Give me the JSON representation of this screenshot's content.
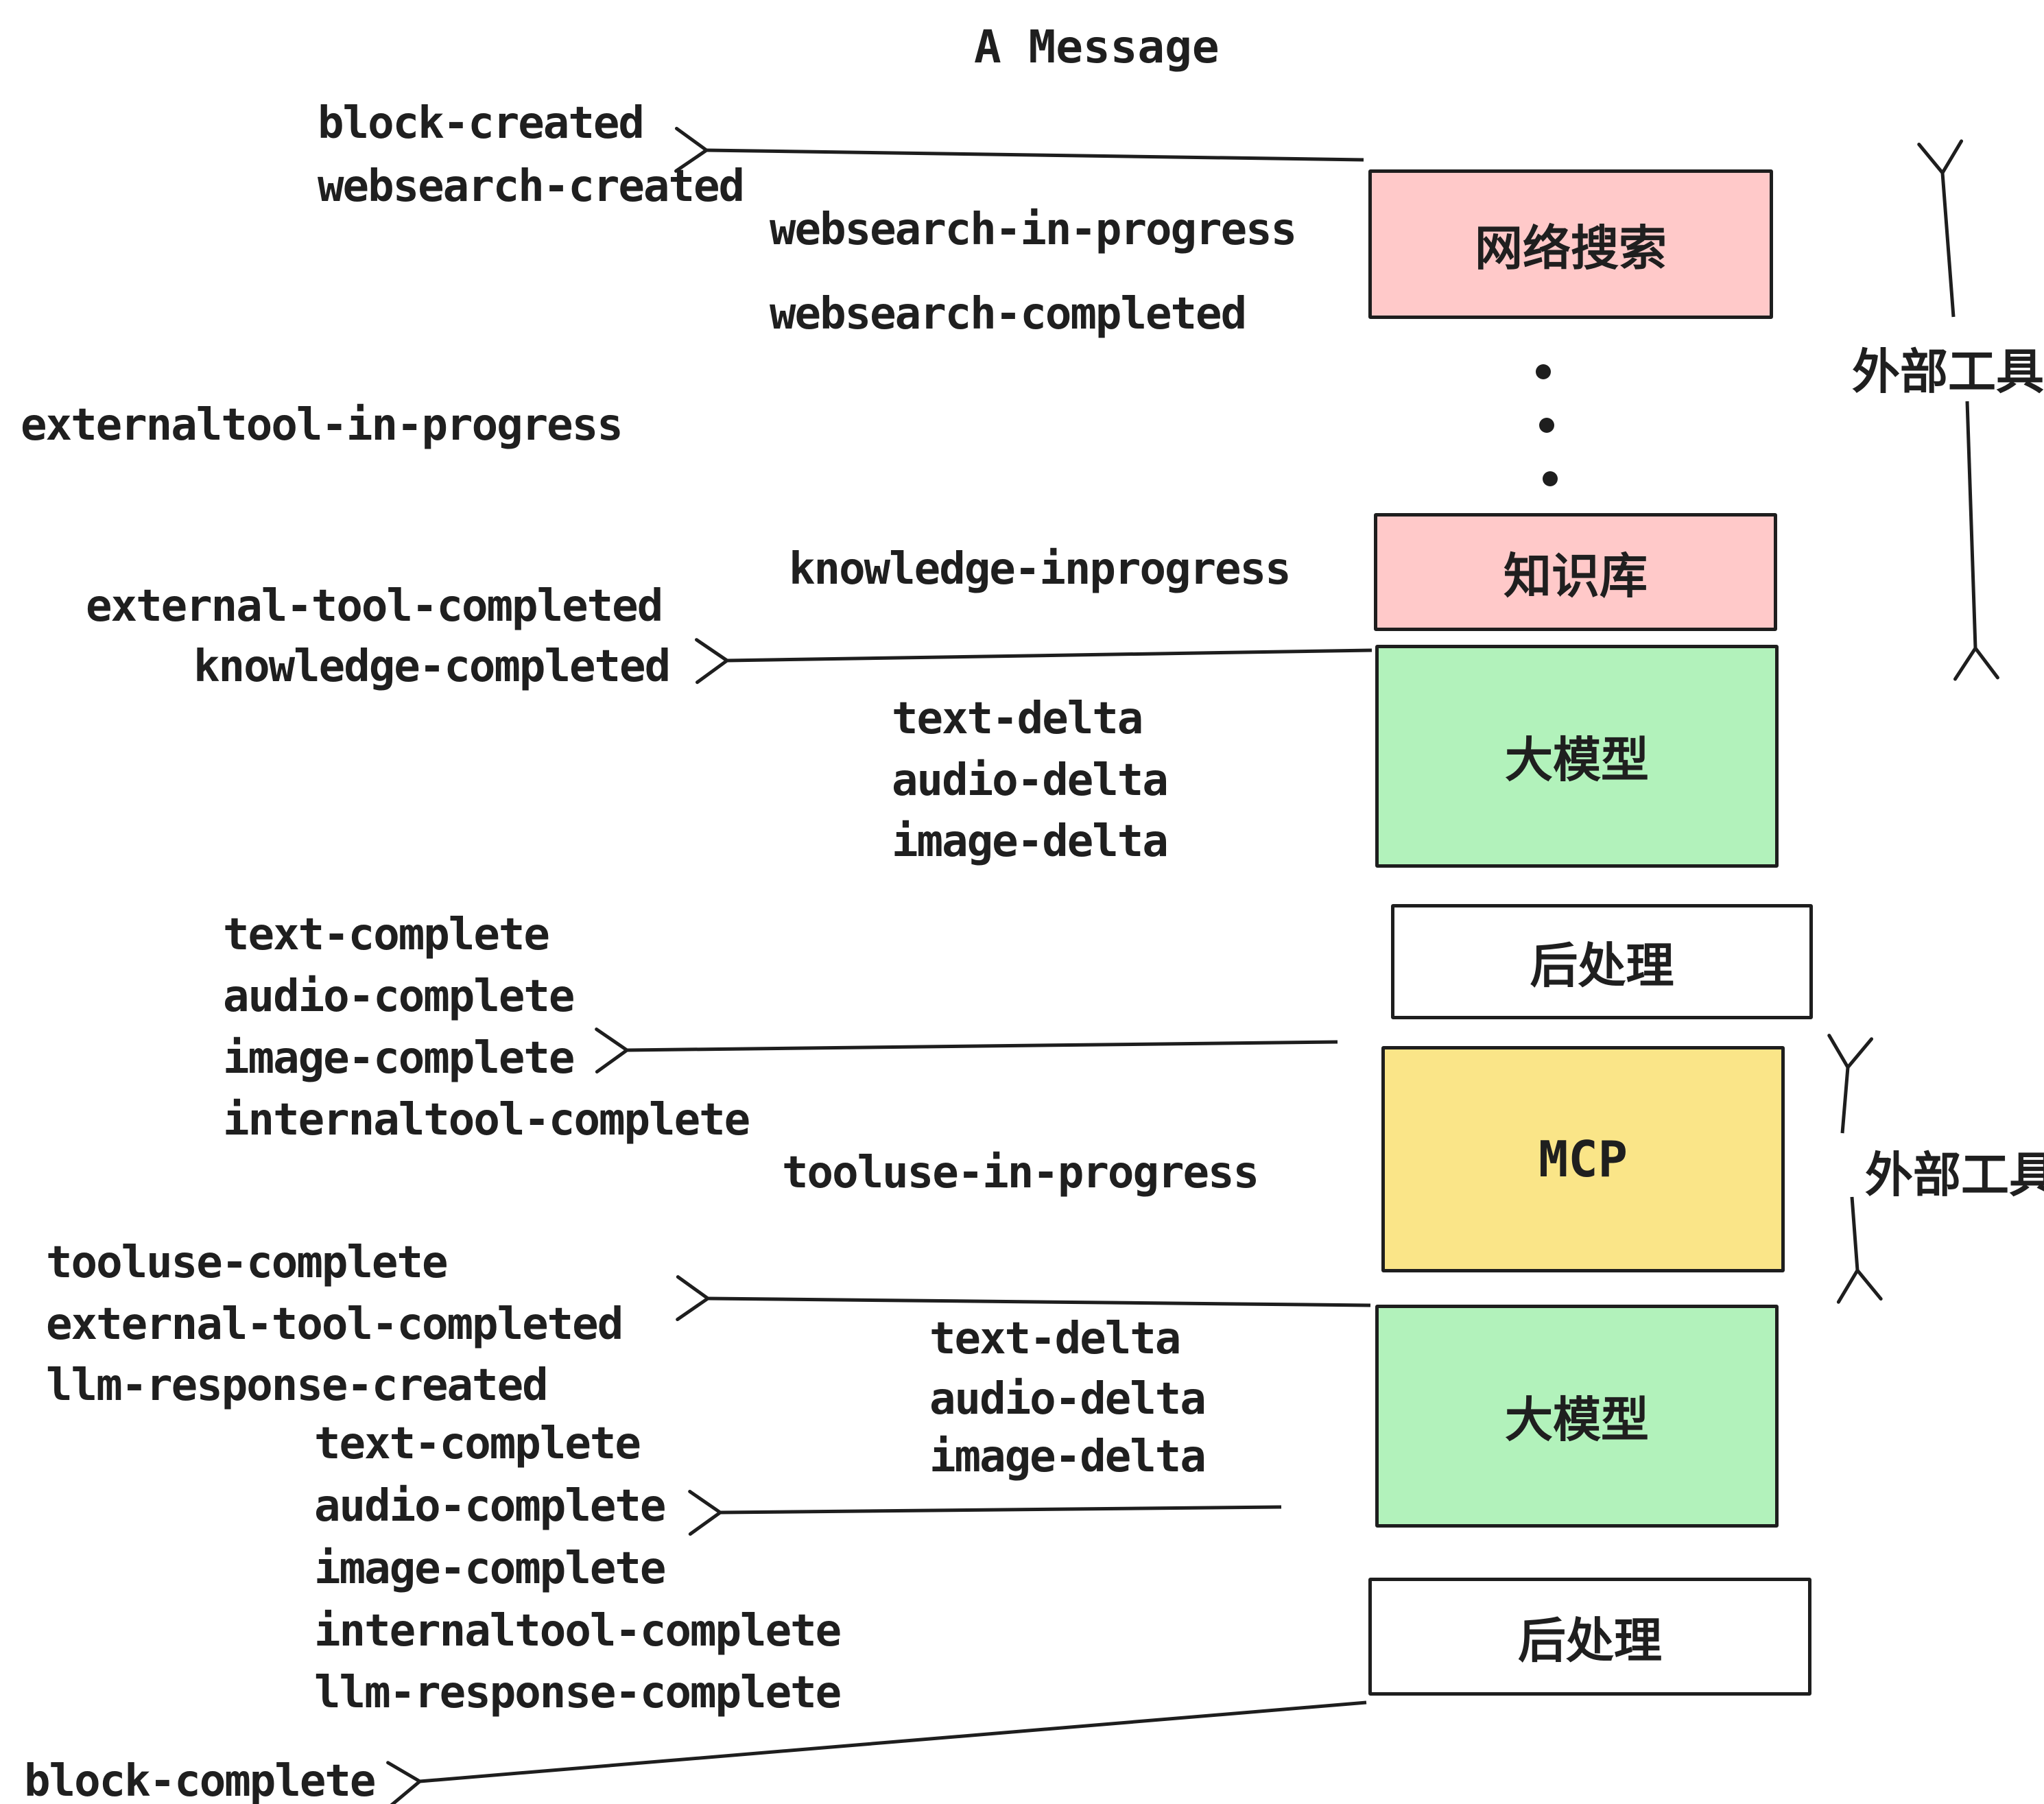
{
  "title": "A Message",
  "colors": {
    "background": "#ffffff",
    "stroke": "#1e1e1e",
    "text": "#1f1f1f",
    "pink": "#ffc9c9",
    "green": "#b2f2bb",
    "yellow": "#fae588",
    "white": "#ffffff"
  },
  "boxes": {
    "websearch": {
      "label": "网络搜索"
    },
    "knowledge": {
      "label": "知识库"
    },
    "llm_top": {
      "label": "大模型"
    },
    "post_top": {
      "label": "后处理"
    },
    "mcp": {
      "label": "MCP"
    },
    "llm_bottom": {
      "label": "大模型"
    },
    "post_bottom": {
      "label": "后处理"
    }
  },
  "side_labels": {
    "external_tools_top": "外部工具",
    "external_tools_bottom": "外部工具"
  },
  "icons": {
    "vertical_ellipsis": "vertical-ellipsis",
    "arrowhead": "left-chevron-arrowhead"
  },
  "events": {
    "block_created": "block-created",
    "websearch_created": "websearch-created",
    "websearch_in_progress": "websearch-in-progress",
    "websearch_completed": "websearch-completed",
    "externaltool_in_progress": "externaltool-in-progress",
    "knowledge_inprogress": "knowledge-inprogress",
    "external_tool_completed_top": "external-tool-completed",
    "knowledge_completed": "knowledge-completed",
    "text_delta_top": "text-delta",
    "audio_delta_top": "audio-delta",
    "image_delta_top": "image-delta",
    "text_complete_top": "text-complete",
    "audio_complete_top": "audio-complete",
    "image_complete_top": "image-complete",
    "internaltool_complete_top": "internaltool-complete",
    "tooluse_in_progress": "tooluse-in-progress",
    "tooluse_complete": "tooluse-complete",
    "external_tool_completed_bottom": "external-tool-completed",
    "llm_response_created": "llm-response-created",
    "text_delta_bottom": "text-delta",
    "audio_delta_bottom": "audio-delta",
    "image_delta_bottom": "image-delta",
    "text_complete_bottom": "text-complete",
    "audio_complete_bottom": "audio-complete",
    "image_complete_bottom": "image-complete",
    "internaltool_complete_bottom": "internaltool-complete",
    "llm_response_complete": "llm-response-complete",
    "block_complete": "block-complete"
  }
}
